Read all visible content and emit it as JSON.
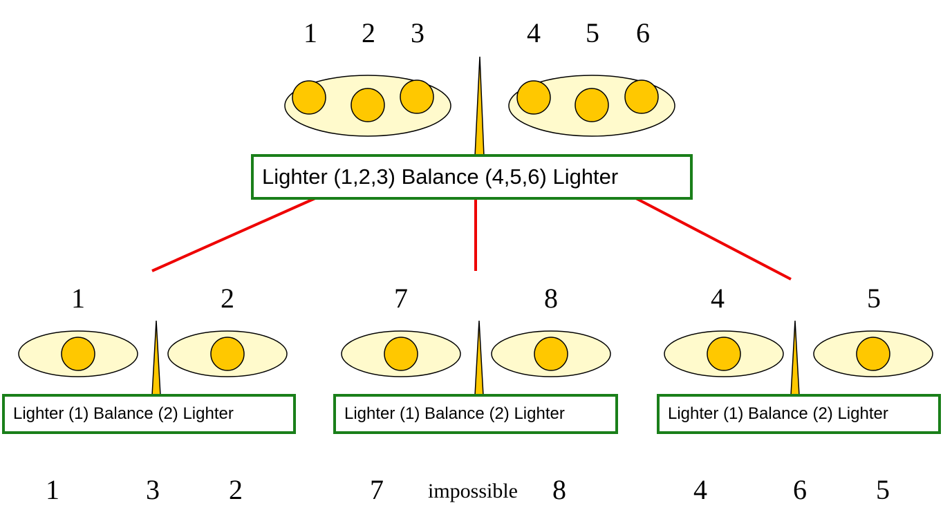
{
  "colors": {
    "coin": "#ffc800",
    "pan": "#fffacc",
    "pointer": "#ffc800",
    "box_border": "#1a7f1a",
    "connector": "#ee0000"
  },
  "top": {
    "left_numbers": [
      "1",
      "2",
      "3"
    ],
    "right_numbers": [
      "4",
      "5",
      "6"
    ],
    "result_label": "Lighter (1,2,3) Balance (4,5,6) Lighter"
  },
  "branches": [
    {
      "left_number": "1",
      "right_number": "2",
      "result_label": "Lighter (1) Balance (2) Lighter",
      "outcomes": [
        "1",
        "3",
        "2"
      ]
    },
    {
      "left_number": "7",
      "right_number": "8",
      "result_label": "Lighter (1) Balance (2) Lighter",
      "outcomes": [
        "7",
        "impossible",
        "8"
      ]
    },
    {
      "left_number": "4",
      "right_number": "5",
      "result_label": "Lighter (1) Balance (2) Lighter",
      "outcomes": [
        "4",
        "6",
        "5"
      ]
    }
  ]
}
